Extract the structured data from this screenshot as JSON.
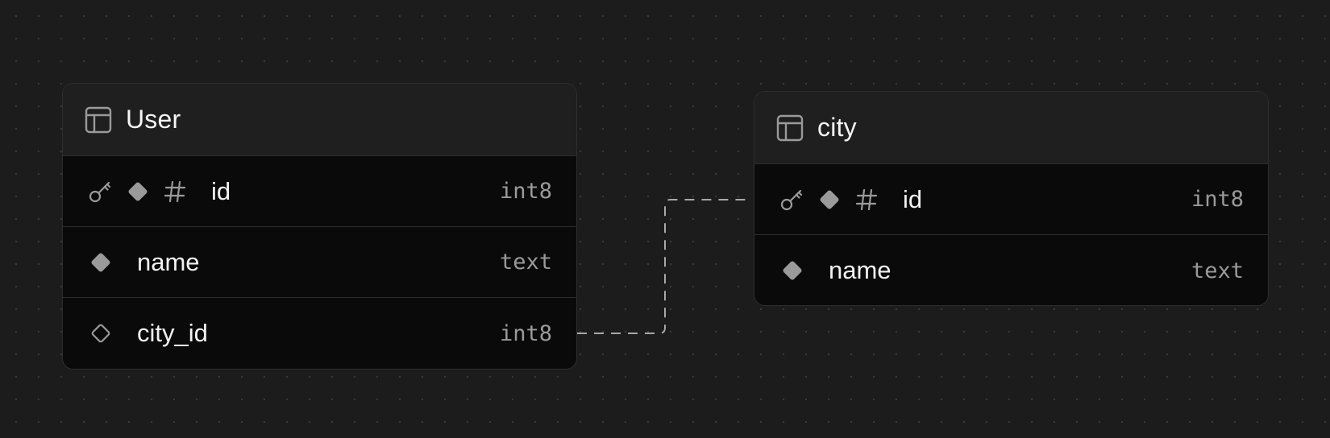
{
  "tables": [
    {
      "name": "User",
      "columns": [
        {
          "name": "id",
          "type": "int8",
          "primary_key": true,
          "not_null": true,
          "identity": true
        },
        {
          "name": "name",
          "type": "text",
          "primary_key": false,
          "not_null": true,
          "identity": false
        },
        {
          "name": "city_id",
          "type": "int8",
          "primary_key": false,
          "not_null": false,
          "identity": false
        }
      ]
    },
    {
      "name": "city",
      "columns": [
        {
          "name": "id",
          "type": "int8",
          "primary_key": true,
          "not_null": true,
          "identity": true
        },
        {
          "name": "name",
          "type": "text",
          "primary_key": false,
          "not_null": true,
          "identity": false
        }
      ]
    }
  ],
  "relationships": [
    {
      "from_table": "User",
      "from_column": "city_id",
      "to_table": "city",
      "to_column": "id",
      "style": "dashed"
    }
  ],
  "colors": {
    "canvas_background": "#1c1c1c",
    "grid_dot": "#3a3a3a",
    "node_background": "#0a0a0a",
    "header_background": "#1f1f1f",
    "border": "#2e2e2e",
    "icon": "#9a9a9a",
    "edge": "#a8a8a8"
  },
  "icons": {
    "table": "table-icon",
    "primary_key": "key-icon",
    "not_null": "filled-diamond-icon",
    "nullable": "outline-diamond-icon",
    "identity": "hash-icon"
  }
}
